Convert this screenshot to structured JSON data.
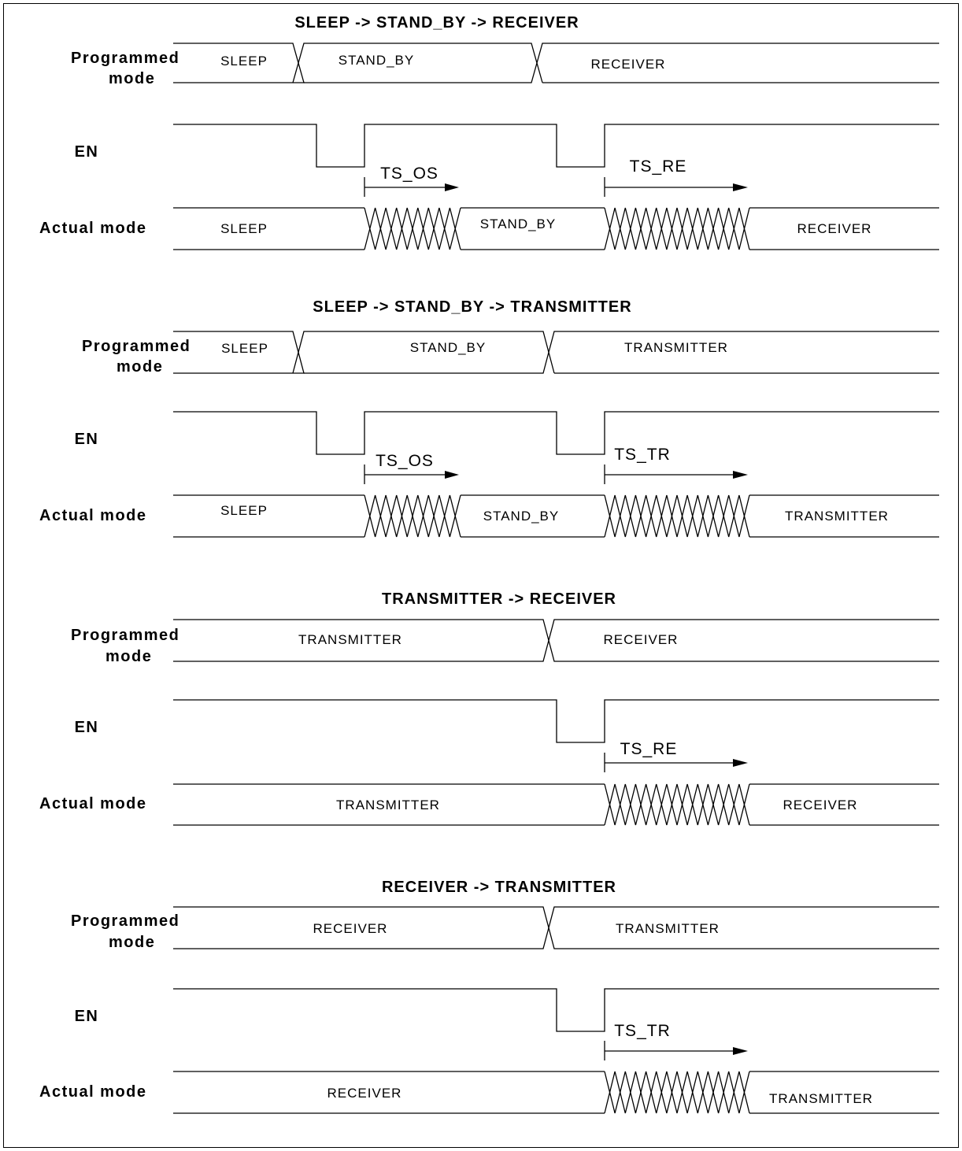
{
  "row_labels": {
    "programmed": [
      "Programmed",
      "mode"
    ],
    "en": "EN",
    "actual": "Actual mode"
  },
  "sections": [
    {
      "title": "SLEEP -> STAND_BY -> RECEIVER",
      "programmed_states": [
        "SLEEP",
        "STAND_BY",
        "RECEIVER"
      ],
      "timings": [
        "TS_OS",
        "TS_RE"
      ],
      "actual_states": [
        "SLEEP",
        "STAND_BY",
        "RECEIVER"
      ]
    },
    {
      "title": "SLEEP -> STAND_BY -> TRANSMITTER",
      "programmed_states": [
        "SLEEP",
        "STAND_BY",
        "TRANSMITTER"
      ],
      "timings": [
        "TS_OS",
        "TS_TR"
      ],
      "actual_states": [
        "SLEEP",
        "STAND_BY",
        "TRANSMITTER"
      ]
    },
    {
      "title": "TRANSMITTER -> RECEIVER",
      "programmed_states": [
        "TRANSMITTER",
        "RECEIVER"
      ],
      "timings": [
        "TS_RE"
      ],
      "actual_states": [
        "TRANSMITTER",
        "RECEIVER"
      ]
    },
    {
      "title": "RECEIVER -> TRANSMITTER",
      "programmed_states": [
        "RECEIVER",
        "TRANSMITTER"
      ],
      "timings": [
        "TS_TR"
      ],
      "actual_states": [
        "RECEIVER",
        "TRANSMITTER"
      ]
    }
  ]
}
